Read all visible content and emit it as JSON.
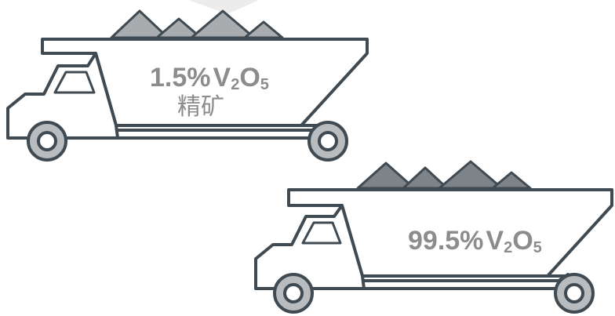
{
  "trucks": [
    {
      "grade_value": "1.5%",
      "compound_main": "V",
      "compound_sub1": "2",
      "compound_mid": "O",
      "compound_sub2": "5",
      "product_label": "精矿"
    },
    {
      "grade_value": "99.5%",
      "compound_main": "V",
      "compound_sub1": "2",
      "compound_mid": "O",
      "compound_sub2": "5"
    }
  ],
  "colors": {
    "outline": "#3f4a52",
    "pile_light": "#a9acae",
    "pile_dark": "#7e8387",
    "text": "#8c8c8c",
    "wheel_hub": "#b8bcbe",
    "top_fade": "#e8e8e8"
  }
}
